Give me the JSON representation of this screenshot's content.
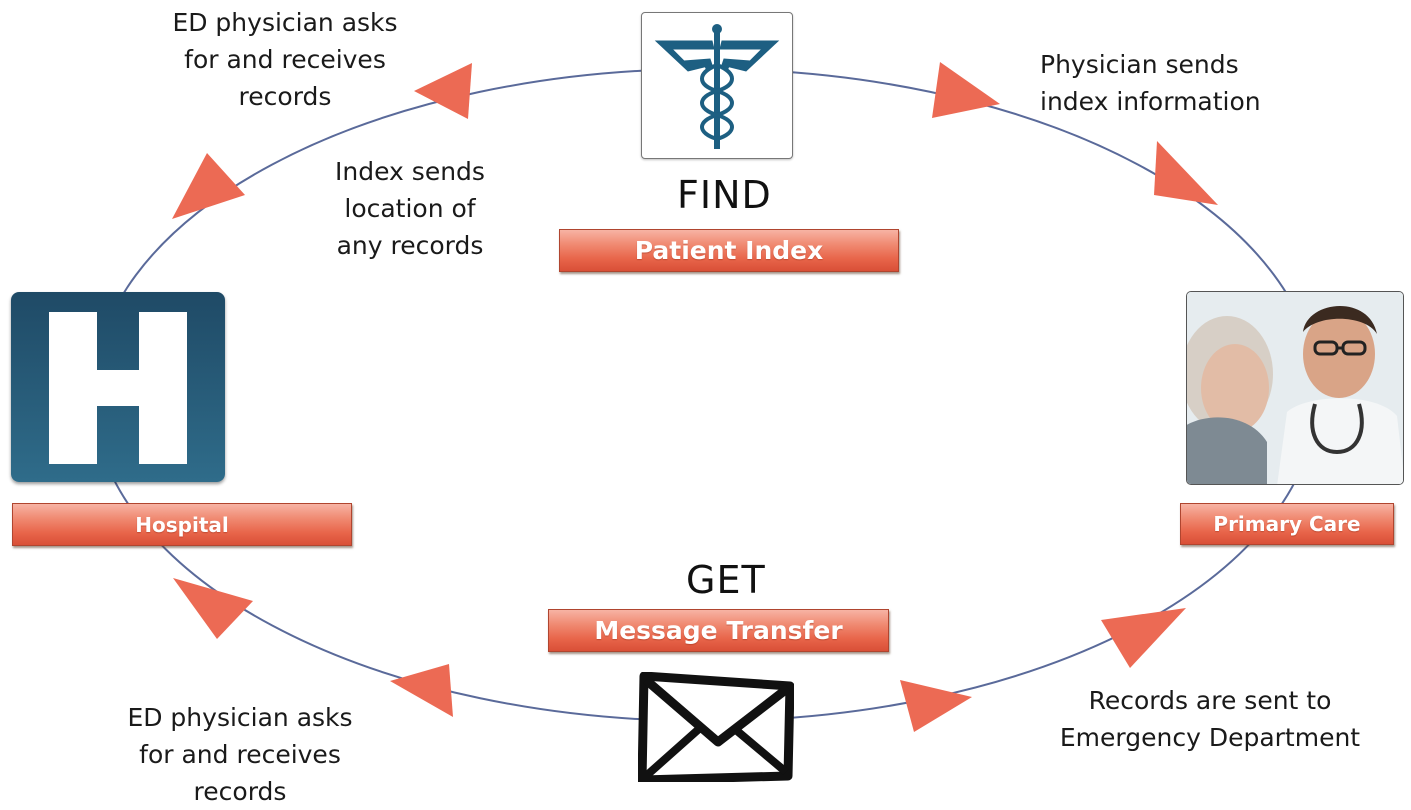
{
  "steps": {
    "find": {
      "heading": "FIND",
      "badge": "Patient Index"
    },
    "get": {
      "heading": "GET",
      "badge": "Message Transfer"
    }
  },
  "nodes": {
    "hospital": {
      "label": "Hospital",
      "glyph": "H",
      "icon": "hospital-h-icon"
    },
    "primary_care": {
      "label": "Primary Care",
      "icon": "doctor-patient-photo"
    },
    "patient_index": {
      "icon": "caduceus-icon"
    },
    "message_transfer": {
      "icon": "envelope-icon"
    }
  },
  "annotations": {
    "top_left_outer": "ED physician asks\nfor and receives\nrecords",
    "top_left_inner": "Index sends\nlocation of\nany records",
    "top_right": "Physician sends\nindex information",
    "bottom_left": "ED physician asks\nfor and receives\nrecords",
    "bottom_right": "Records are sent to\nEmergency Department"
  },
  "colors": {
    "arrow": "#ec6a54",
    "loop_line": "#5a6a9a",
    "caduceus": "#1d5f82",
    "hospital_tile": "#2b5f7b",
    "badge": "#e8654a"
  }
}
